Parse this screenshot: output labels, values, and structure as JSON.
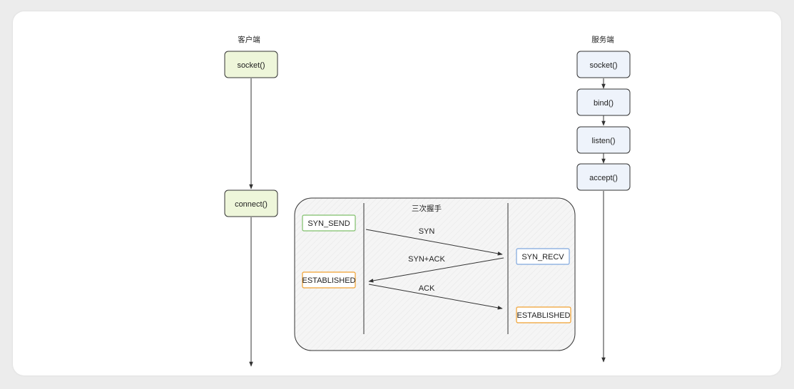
{
  "client": {
    "title": "客户端",
    "socket": "socket()",
    "connect": "connect()"
  },
  "server": {
    "title": "服务端",
    "socket": "socket()",
    "bind": "bind()",
    "listen": "listen()",
    "accept": "accept()"
  },
  "handshake": {
    "title": "三次握手",
    "client_state_1": "SYN_SEND",
    "client_state_2": "ESTABLISHED",
    "server_state_1": "SYN_RECV",
    "server_state_2": "ESTABLISHED",
    "msg_1": "SYN",
    "msg_2": "SYN+ACK",
    "msg_3": "ACK"
  },
  "colors": {
    "green_box_fill": "#eef6da",
    "blue_box_fill": "#eef3fb",
    "green_border": "#7fbf6a",
    "blue_border": "#7fa6dd",
    "orange_border": "#f0a030",
    "panel_fill": "#f4f4f4"
  }
}
